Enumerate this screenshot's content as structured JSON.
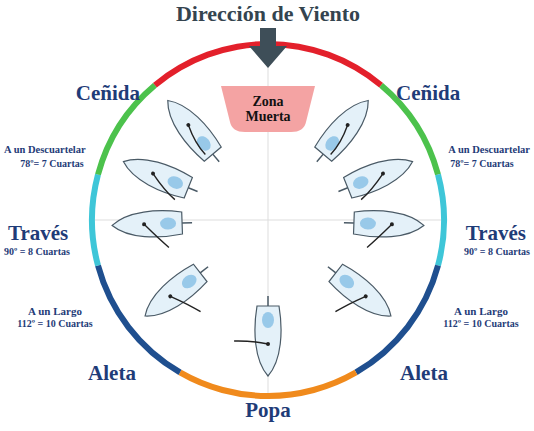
{
  "diagram": {
    "title": "Dirección de Viento",
    "nodes": [
      {
        "text": [
          "Zona Muerta"
        ]
      }
    ],
    "labels": [
      "Ceñida",
      "Ceñida",
      "A un Descuartelar",
      "78º= 7 Cuartas",
      "A un Descuartelar",
      "78º= 7 Cuartas",
      "Través",
      "90º = 8 Cuartas",
      "Través",
      "90º = 8 Cuartas",
      "A un Largo",
      "112º = 10 Cuartas",
      "A un Largo",
      "112º = 10 Cuartas",
      "Aleta",
      "Aleta",
      "Popa"
    ]
  }
}
